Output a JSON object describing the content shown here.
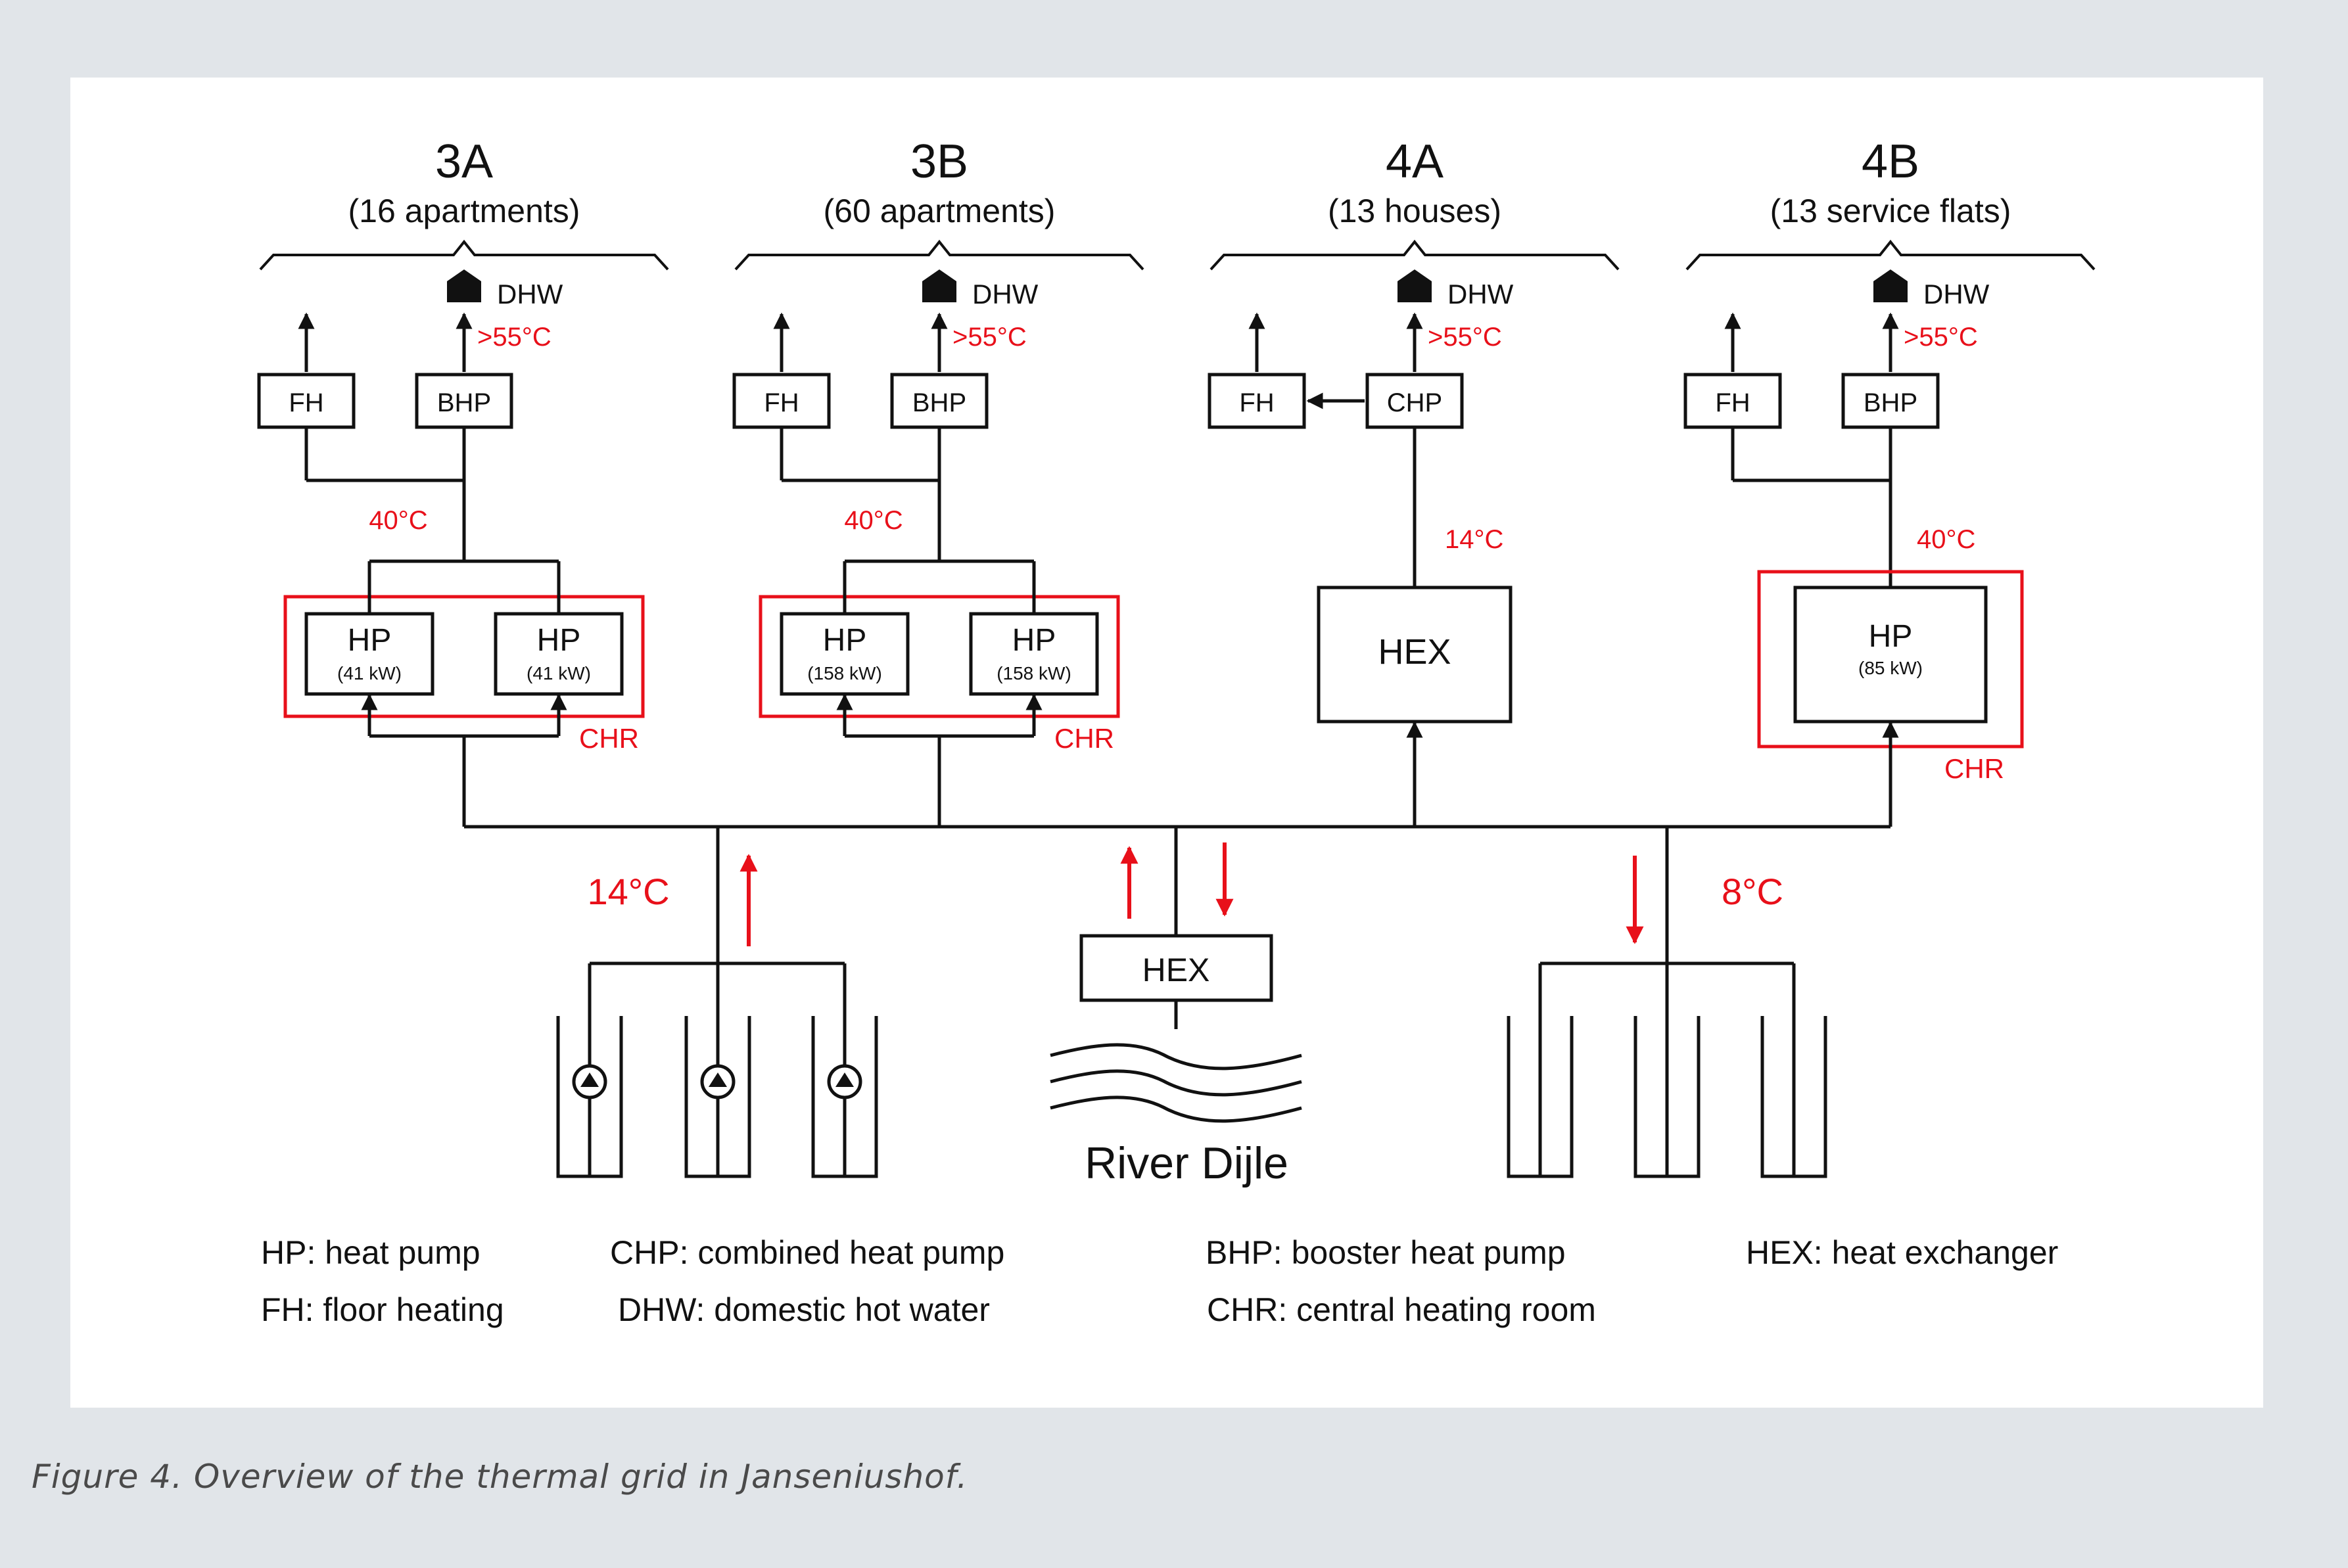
{
  "buildings": [
    {
      "id": "3A",
      "subtitle": "(16 apartments)"
    },
    {
      "id": "3B",
      "subtitle": "(60 apartments)"
    },
    {
      "id": "4A",
      "subtitle": "(13 houses)"
    },
    {
      "id": "4B",
      "subtitle": "(13 service flats)"
    }
  ],
  "components": {
    "fh": "FH",
    "bhp": "BHP",
    "chp": "CHP",
    "hp": "HP",
    "hex": "HEX",
    "dhw": "DHW",
    "chr": "CHR"
  },
  "ratings": {
    "hp_3a": "(41 kW)",
    "hp_3b": "(158 kW)",
    "hp_4b": "(85 kW)"
  },
  "temperatures": {
    "dhw": ">55°C",
    "supply_40": "40°C",
    "supply_14": "14°C",
    "grid_warm": "14°C",
    "grid_cold": "8°C"
  },
  "river": "River Dijle",
  "legend": [
    [
      "HP: heat pump",
      "CHP: combined heat pump",
      "BHP: booster heat pump",
      "HEX: heat exchanger"
    ],
    [
      "FH: floor heating",
      "DHW: domestic hot water",
      "CHR: central heating room"
    ]
  ],
  "caption": "Figure 4. Overview of the thermal grid in Janseniushof.",
  "colors": {
    "accent": "#e8101a",
    "line": "#111111",
    "panel": "#ffffff",
    "background": "#e1e5e9"
  }
}
